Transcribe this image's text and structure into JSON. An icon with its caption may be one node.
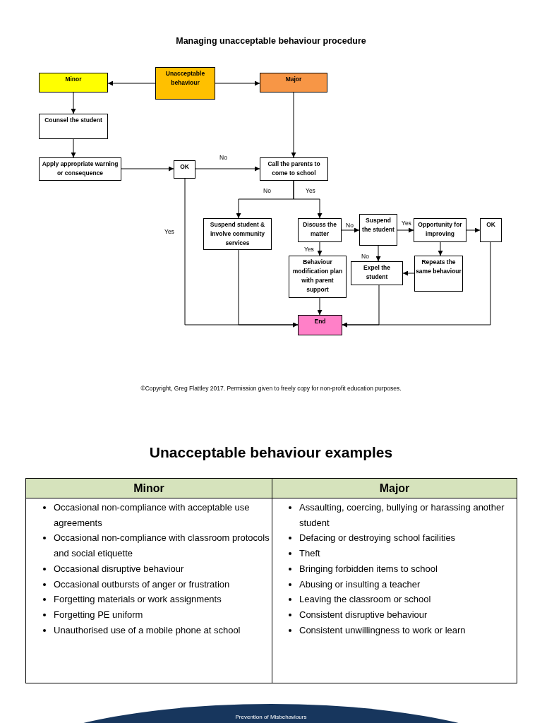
{
  "diagram": {
    "title": "Managing unacceptable behaviour procedure",
    "nodes": [
      {
        "text": [
          "Unacceptable behaviour"
        ]
      },
      {
        "text": [
          "Minor"
        ]
      },
      {
        "text": [
          "Major"
        ]
      },
      {
        "text": [
          "Counsel the student"
        ]
      },
      {
        "text": [
          "Apply appropriate warning or consequence"
        ]
      },
      {
        "text": [
          "OK"
        ]
      },
      {
        "text": [
          "Call the parents to come to school"
        ]
      },
      {
        "text": [
          "Suspend student & involve community services"
        ]
      },
      {
        "text": [
          "Discuss the matter"
        ]
      },
      {
        "text": [
          "Suspend the student"
        ]
      },
      {
        "text": [
          "Opportunity for improving"
        ]
      },
      {
        "text": [
          "OK"
        ]
      },
      {
        "text": [
          "Behaviour modification plan with parent support"
        ]
      },
      {
        "text": [
          "Expel the student"
        ]
      },
      {
        "text": [
          "Repeats the same behaviour"
        ]
      },
      {
        "text": [
          "End"
        ]
      }
    ],
    "edges": [
      {
        "from": 0,
        "to": 1,
        "arrow": "to"
      },
      {
        "from": 0,
        "to": 2,
        "arrow": "to"
      },
      {
        "from": 1,
        "to": 3,
        "arrow": "to"
      },
      {
        "from": 3,
        "to": 4,
        "arrow": "to"
      },
      {
        "from": 4,
        "to": 5,
        "arrow": "to"
      },
      {
        "from": 5,
        "to": 6,
        "arrow": "to",
        "label": "No"
      },
      {
        "from": 2,
        "to": 6,
        "arrow": "to"
      },
      {
        "from": 6,
        "to": 7,
        "arrow": "to",
        "label": "No"
      },
      {
        "from": 6,
        "to": 8,
        "arrow": "to",
        "label": "Yes"
      },
      {
        "from": 8,
        "to": 9,
        "arrow": "to",
        "label": "No"
      },
      {
        "from": 8,
        "to": 12,
        "arrow": "to",
        "label": "Yes"
      },
      {
        "from": 9,
        "to": 10,
        "arrow": "to",
        "label": "Yes"
      },
      {
        "from": 9,
        "to": 13,
        "arrow": "to",
        "label": "No"
      },
      {
        "from": 10,
        "to": 11,
        "arrow": "to"
      },
      {
        "from": 10,
        "to": 14,
        "arrow": "to"
      },
      {
        "from": 14,
        "to": 13,
        "arrow": "to"
      },
      {
        "from": 12,
        "to": 15,
        "arrow": "to"
      },
      {
        "from": 5,
        "to": 15,
        "arrow": "to",
        "label": "Yes"
      },
      {
        "from": 7,
        "to": 15,
        "arrow": "to"
      },
      {
        "from": 13,
        "to": 15,
        "arrow": "to"
      },
      {
        "from": 11,
        "to": 15,
        "arrow": "to"
      }
    ],
    "labels": [
      "©Copyright, Greg Flattley 2017. Permission given to freely copy for non-profit education purposes.",
      "Unacceptable behaviour examples",
      "Minor",
      "Major",
      "Occasional non-compliance with acceptable use agreements",
      "Occasional non-compliance with classroom protocols and social etiquette",
      "Occasional disruptive behaviour",
      "Occasional outbursts of anger or frustration",
      "Forgetting materials or work assignments",
      "Forgetting PE uniform",
      "Unauthorised use of a mobile phone at school",
      "Assaulting, coercing, bullying or harassing another student",
      "Defacing or destroying school facilities",
      "Theft",
      "Bringing forbidden items to school",
      "Abusing or insulting a teacher",
      "Leaving the classroom or school",
      "Consistent disruptive behaviour",
      "Consistent unwillingness to work or learn",
      "Prevention of Misbehaviours"
    ]
  }
}
